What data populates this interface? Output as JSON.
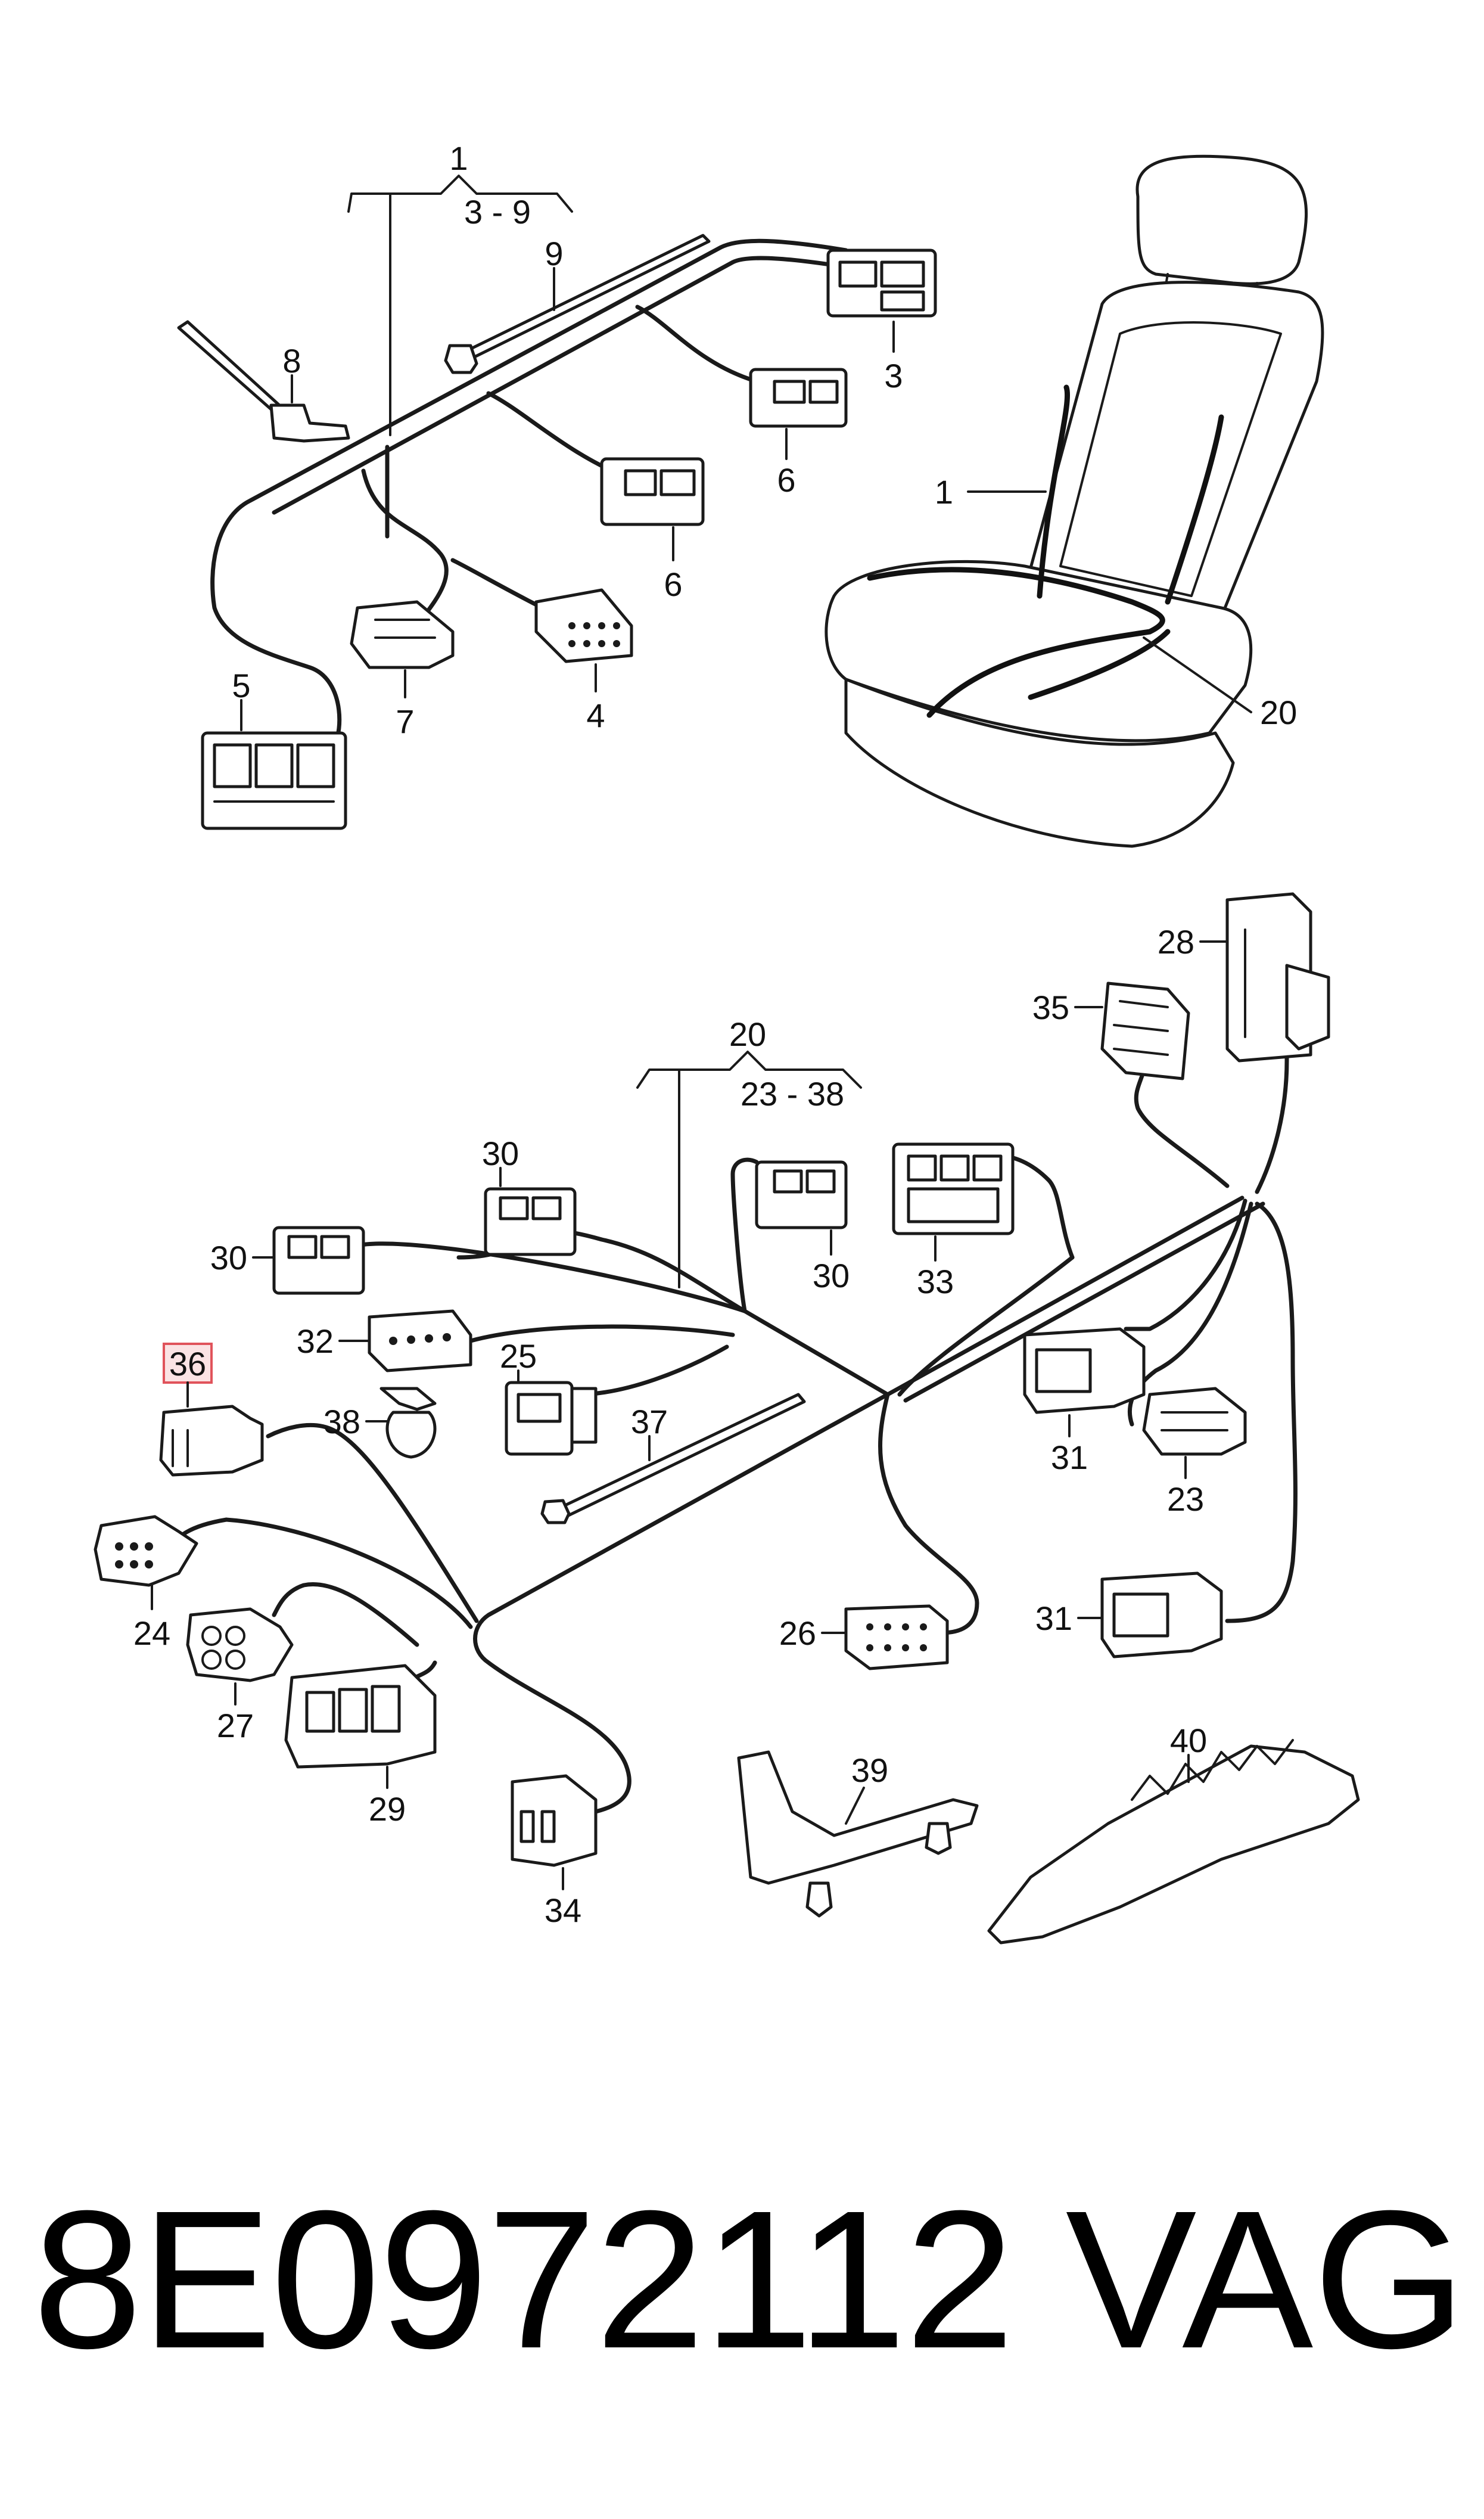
{
  "group_top": {
    "number": "1",
    "range": "3 - 9"
  },
  "group_bottom": {
    "number": "20",
    "range": "23 - 38"
  },
  "highlight_color": "#e0535b",
  "callouts": {
    "c1": "1",
    "c3": "3",
    "c4": "4",
    "c5": "5",
    "c6a": "6",
    "c6b": "6",
    "c7": "7",
    "c8": "8",
    "c9": "9",
    "seat_1": "1",
    "seat_20": "20",
    "c23": "23",
    "c24": "24",
    "c25": "25",
    "c26": "26",
    "c27": "27",
    "c28": "28",
    "c29": "29",
    "c30a": "30",
    "c30b": "30",
    "c30c": "30",
    "c31a": "31",
    "c31b": "31",
    "c32": "32",
    "c33": "33",
    "c34": "34",
    "c35": "35",
    "c36": "36",
    "c37": "37",
    "c38": "38",
    "c39": "39",
    "c40": "40"
  },
  "footer": {
    "part_number": "8E0972112",
    "brand": "VAG"
  }
}
